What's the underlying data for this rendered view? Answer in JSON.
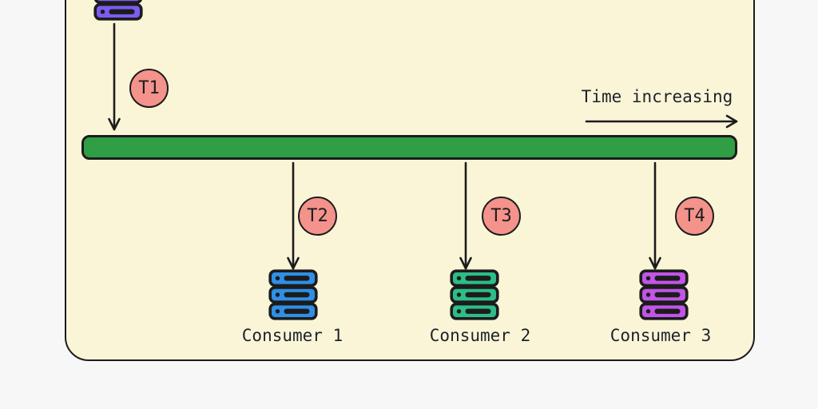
{
  "canvas": {
    "background": "#f7f7f7",
    "panel_background": "#fbf5d8",
    "stroke_color": "#1c1c1c"
  },
  "header": {
    "time_label": "Time increasing"
  },
  "timeline": {
    "color": "#2f9e44"
  },
  "producer": {
    "color": "#7b5cf0"
  },
  "events": [
    {
      "label": "T1",
      "color": "#f4928c"
    },
    {
      "label": "T2",
      "color": "#f4928c"
    },
    {
      "label": "T3",
      "color": "#f4928c"
    },
    {
      "label": "T4",
      "color": "#f4928c"
    }
  ],
  "consumers": [
    {
      "label": "Consumer 1",
      "color": "#2e8fe5"
    },
    {
      "label": "Consumer 2",
      "color": "#2dbd87"
    },
    {
      "label": "Consumer 3",
      "color": "#c155e6"
    }
  ]
}
